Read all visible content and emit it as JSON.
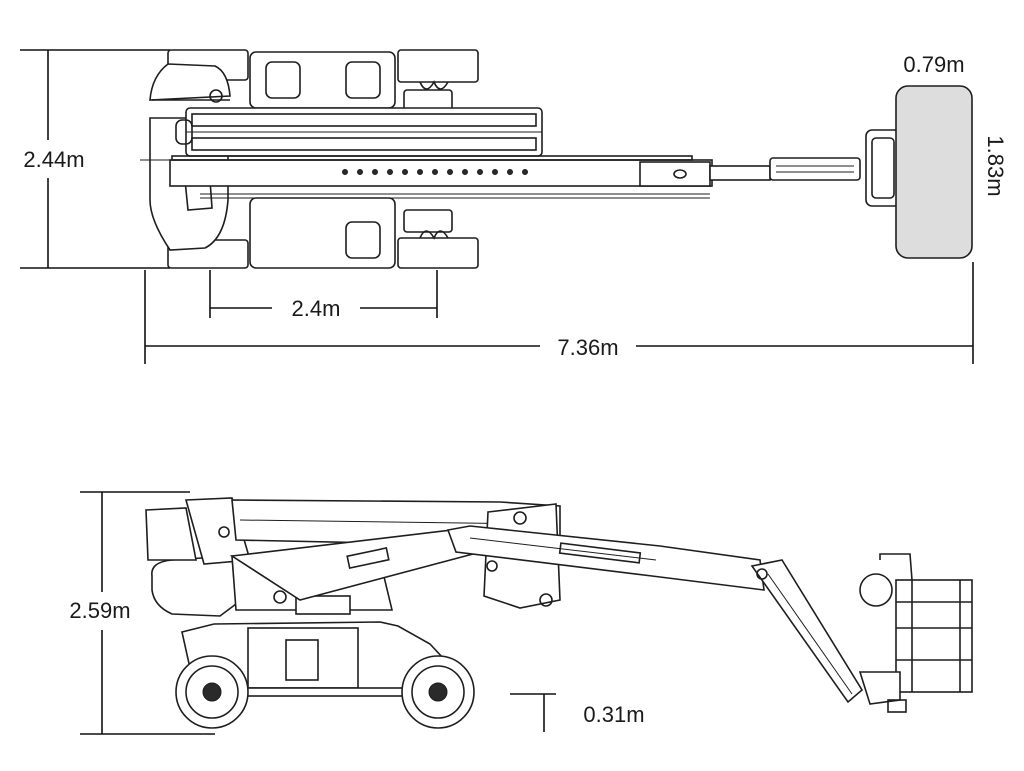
{
  "top_view": {
    "width_label": "2.44m",
    "wheelbase_label": "2.4m",
    "overall_length_label": "7.36m",
    "platform_depth_label": "0.79m",
    "platform_width_label": "1.83m"
  },
  "side_view": {
    "stowed_height_label": "2.59m",
    "ground_clearance_label": "0.31m"
  },
  "colors": {
    "line": "#1e1e1e",
    "platform_fill": "#dddddd",
    "background": "#ffffff"
  }
}
